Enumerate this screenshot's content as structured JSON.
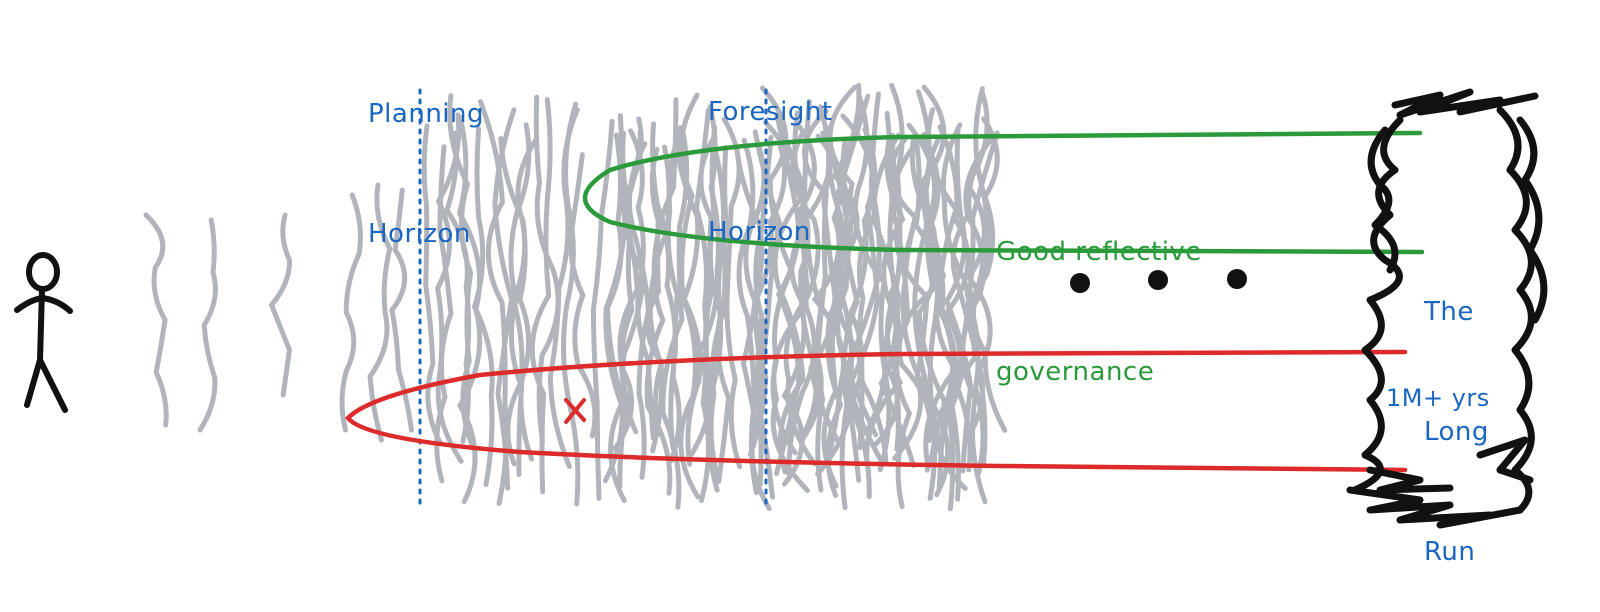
{
  "diagram": {
    "title": "Long-run trajectories sketch",
    "labels": {
      "planning_horizon": [
        "Planning",
        "Horizon"
      ],
      "foresight_horizon": [
        "Foresight",
        "Horizon"
      ],
      "good_reflective_governance": [
        "Good reflective",
        "governance"
      ],
      "the_long_run": [
        "The",
        "Long",
        "Run"
      ],
      "duration": "1M+ yrs",
      "failure_marker": "x"
    },
    "elements": {
      "person": "stick-figure",
      "ellipsis_dots": 3
    },
    "colors": {
      "label_blue": "#1a66c2",
      "good_path_green": "#2a9a3a",
      "bad_path_red": "#dd2a2a",
      "possibility_gray": "#a4a9b0",
      "long_run_black": "#111111",
      "horizon_dotted": "#1a66c2"
    }
  }
}
